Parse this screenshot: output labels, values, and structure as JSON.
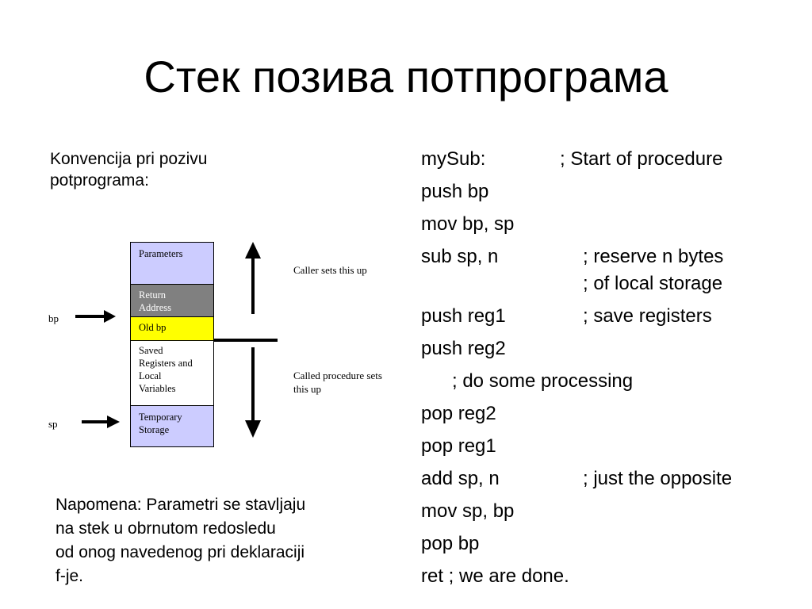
{
  "slide": {
    "title": "Стек позива потпрограма",
    "intro": [
      "Konvencija pri pozivu",
      "potprograma:"
    ],
    "note": [
      "Napomena: Parametri se stavljaju",
      "na stek u obrnutom redosledu",
      "od onog navedenog pri deklaraciji",
      "f-je."
    ]
  },
  "diagram": {
    "blocks": {
      "parameters": [
        "Parameters"
      ],
      "return_address": [
        "Return",
        "Address"
      ],
      "old_bp": [
        "Old bp"
      ],
      "saved": [
        "Saved",
        "Registers and",
        "Local",
        "Variables"
      ],
      "temporary": [
        "Temporary",
        "Storage"
      ]
    },
    "bp_label": "bp",
    "sp_label": "sp",
    "caller_label": [
      "Caller sets this up"
    ],
    "called_label": [
      "Called procedure sets",
      "this up"
    ],
    "colors": {
      "parameters": "#ccccff",
      "return_address": "#808080",
      "old_bp": "#ffff00",
      "saved": "#ffffff",
      "temporary": "#ccccff"
    }
  },
  "code": {
    "lines": [
      {
        "instr": "mySub:",
        "comment": "; Start of procedure"
      },
      {
        "instr": "push bp",
        "comment": ""
      },
      {
        "instr": "mov bp, sp",
        "comment": ""
      },
      {
        "instr": "sub sp, n",
        "comment": "; reserve n bytes"
      },
      {
        "instr": "",
        "comment": "; of local storage"
      },
      {
        "instr": "push reg1",
        "comment": "; save registers"
      },
      {
        "instr": "push reg2",
        "comment": ""
      },
      {
        "instr": "",
        "comment": "; do some processing"
      },
      {
        "instr": "pop reg2",
        "comment": ""
      },
      {
        "instr": "pop reg1",
        "comment": ""
      },
      {
        "instr": "add sp, n",
        "comment": "; just the opposite"
      },
      {
        "instr": "mov sp, bp",
        "comment": ""
      },
      {
        "instr": "pop bp",
        "comment": ""
      },
      {
        "instr": "ret ; we are done.",
        "comment": ""
      }
    ]
  }
}
